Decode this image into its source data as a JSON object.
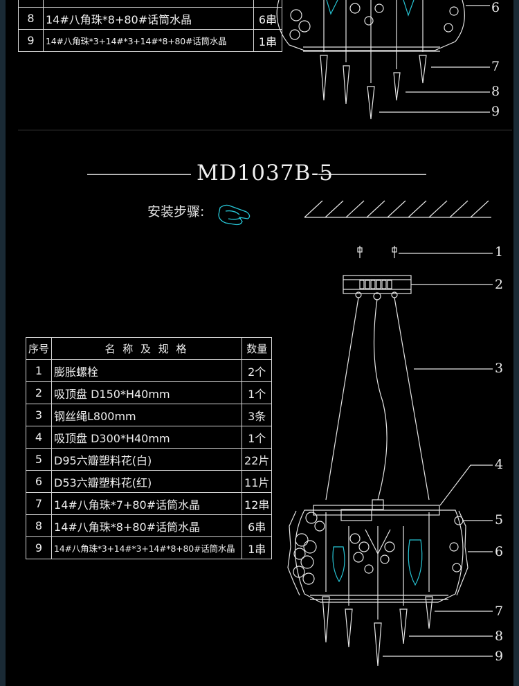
{
  "top_partial_table": {
    "rows": [
      {
        "no": "8",
        "name": "14#八角珠*8+80#话筒水晶",
        "qty": "6串"
      },
      {
        "no": "9",
        "name": "14#八角珠*3+14#*3+14#*8+80#话筒水晶",
        "qty": "1串"
      }
    ]
  },
  "top_callouts": [
    "6",
    "7",
    "8",
    "9"
  ],
  "model_title": "MD1037B-5",
  "install_steps_label": "安装步骤:",
  "icons": {
    "hand": "pointing-hand-icon",
    "ceiling": "ceiling-hatch-icon"
  },
  "parts_table": {
    "headers": {
      "no": "序号",
      "name": "名 称 及 规 格",
      "qty": "数量"
    },
    "rows": [
      {
        "no": "1",
        "name": "膨胀螺栓",
        "qty": "2个"
      },
      {
        "no": "2",
        "name": "吸顶盘 D150*H40mm",
        "qty": "1个"
      },
      {
        "no": "3",
        "name": "钢丝绳L800mm",
        "qty": "3条"
      },
      {
        "no": "4",
        "name": "吸顶盘 D300*H40mm",
        "qty": "1个"
      },
      {
        "no": "5",
        "name": "D95六瓣塑料花(白)",
        "qty": "22片"
      },
      {
        "no": "6",
        "name": "D53六瓣塑料花(红)",
        "qty": "11片"
      },
      {
        "no": "7",
        "name": "14#八角珠*7+80#话筒水晶",
        "qty": "12串"
      },
      {
        "no": "8",
        "name": "14#八角珠*8+80#话筒水晶",
        "qty": "6串"
      },
      {
        "no": "9",
        "name": "14#八角珠*3+14#*3+14#*8+80#话筒水晶",
        "qty": "1串"
      }
    ]
  },
  "callouts": [
    "1",
    "2",
    "3",
    "4",
    "5",
    "6",
    "7",
    "8",
    "9"
  ],
  "colors": {
    "background": "#000000",
    "lines": "#e6e6e6",
    "accent": "#27c6d6"
  }
}
